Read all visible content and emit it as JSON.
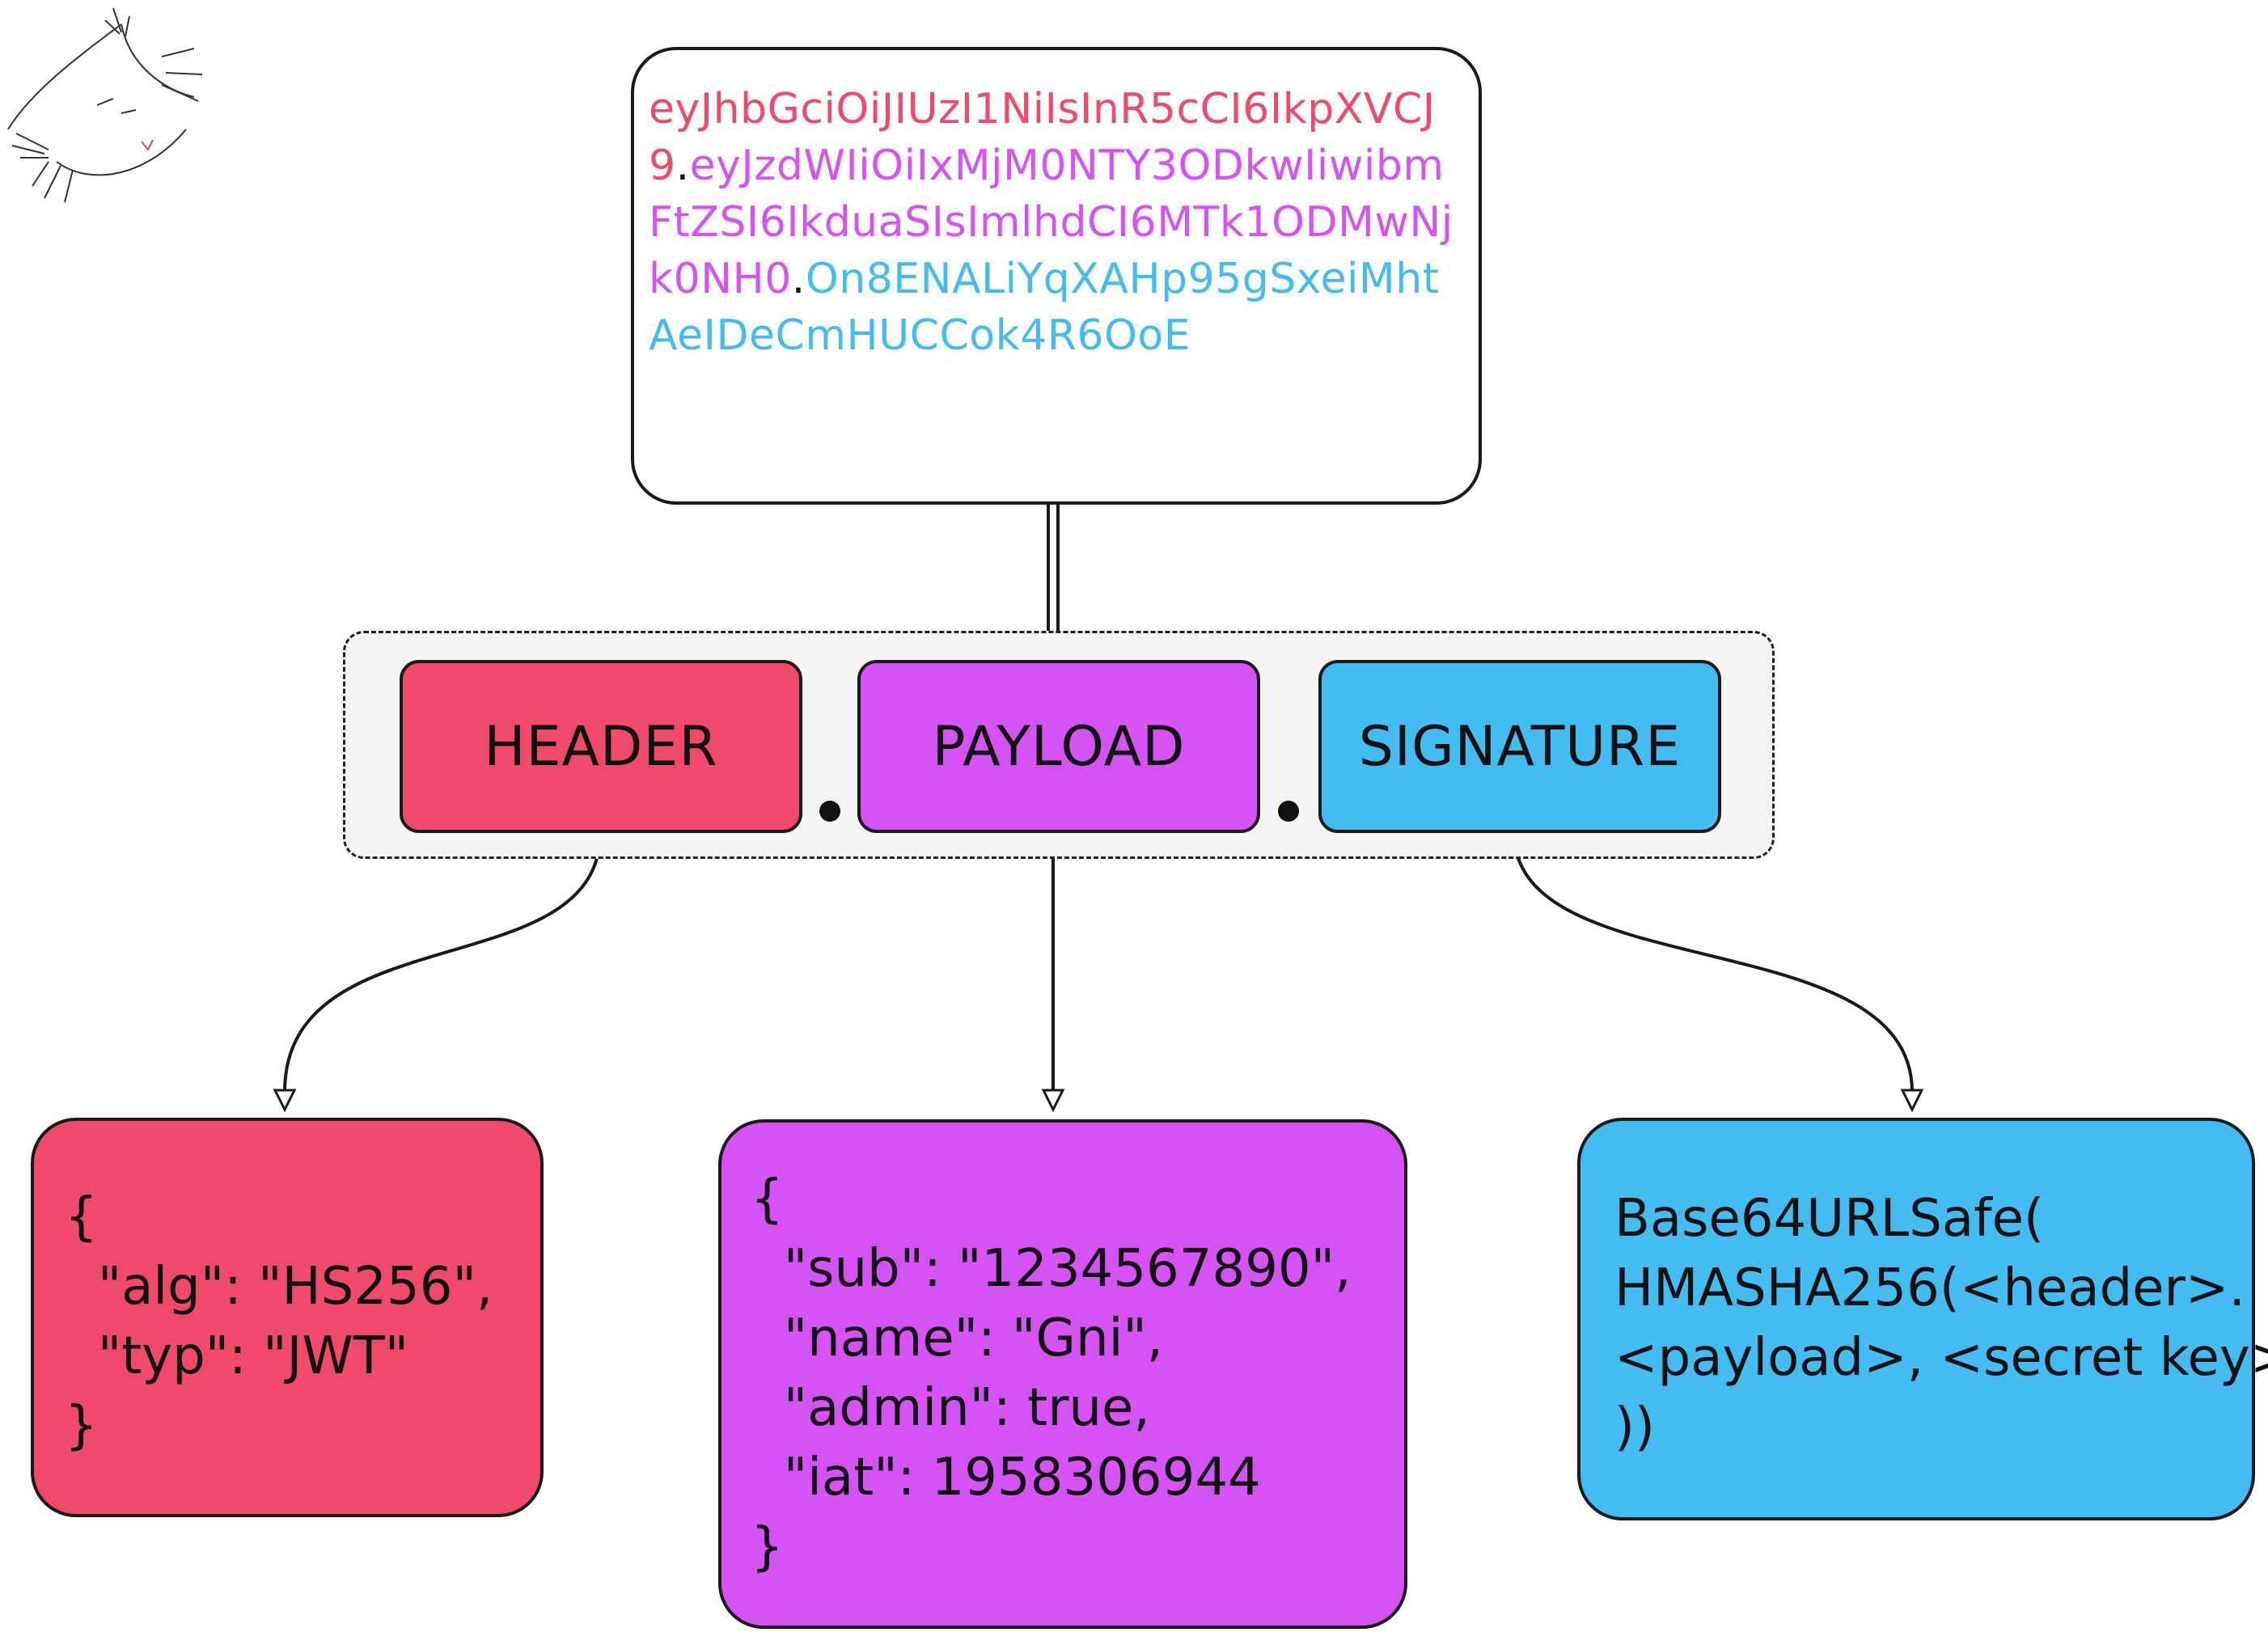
{
  "token": {
    "header": "eyJhbGciOiJIUzI1NiIsInR5cCI6IkpXVCJ9",
    "separator1": ".",
    "payload": "eyJzdWIiOiIxMjM0NTY3ODkwIiwibmFtZSI6IkduaSIsImlhdCI6MTk1ODMwNjk0NH0",
    "separator2": ".",
    "signature": "On8ENALiYqXAHp95gSxeiMhtAeIDeCmHUCCok4R6OoE"
  },
  "parts": {
    "header_label": "HEADER",
    "payload_label": "PAYLOAD",
    "signature_label": "SIGNATURE"
  },
  "details": {
    "header_lines": [
      "{",
      "  \"alg\": \"HS256\",",
      "  \"typ\": \"JWT\"",
      "}"
    ],
    "payload_lines": [
      "{",
      "  \"sub\": \"1234567890\",",
      "  \"name\": \"Gni\",",
      "  \"admin\": true,",
      "  \"iat\": 1958306944",
      "}"
    ],
    "signature_lines": [
      "Base64URLSafe(",
      "HMASHA256(<header>.",
      "<payload>, <secret key>",
      "))"
    ]
  },
  "colors": {
    "header": "#f04a6a",
    "payload": "#d553f4",
    "signature": "#44bcf2"
  },
  "icons": {
    "corner_sketch": "cat-sketch-icon"
  }
}
